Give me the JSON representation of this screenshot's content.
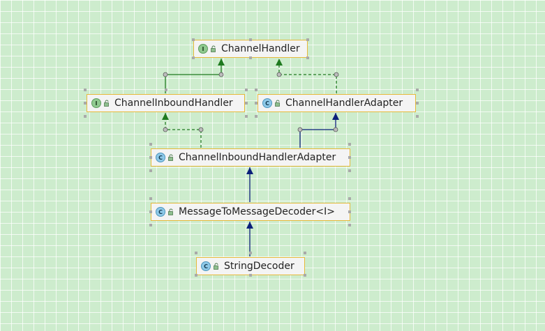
{
  "diagram": {
    "nodes": [
      {
        "id": "channel-handler",
        "label": "ChannelHandler",
        "kind": "interface",
        "kind_letter": "I"
      },
      {
        "id": "channel-inbound-handler",
        "label": "ChannelInboundHandler",
        "kind": "interface",
        "kind_letter": "I"
      },
      {
        "id": "channel-handler-adapter",
        "label": "ChannelHandlerAdapter",
        "kind": "class",
        "kind_letter": "C"
      },
      {
        "id": "channel-inbound-handler-adapter",
        "label": "ChannelInboundHandlerAdapter",
        "kind": "class",
        "kind_letter": "C"
      },
      {
        "id": "message-to-message-decoder",
        "label": "MessageToMessageDecoder<I>",
        "kind": "class",
        "kind_letter": "C"
      },
      {
        "id": "string-decoder",
        "label": "StringDecoder",
        "kind": "class",
        "kind_letter": "C"
      }
    ],
    "edges": [
      {
        "from": "channel-inbound-handler",
        "to": "channel-handler",
        "type": "extends"
      },
      {
        "from": "channel-handler-adapter",
        "to": "channel-handler",
        "type": "implements"
      },
      {
        "from": "channel-inbound-handler-adapter",
        "to": "channel-inbound-handler",
        "type": "implements"
      },
      {
        "from": "channel-inbound-handler-adapter",
        "to": "channel-handler-adapter",
        "type": "extends"
      },
      {
        "from": "message-to-message-decoder",
        "to": "channel-inbound-handler-adapter",
        "type": "extends"
      },
      {
        "from": "string-decoder",
        "to": "message-to-message-decoder",
        "type": "extends"
      }
    ],
    "colors": {
      "interface_inheritance": "#1f7a1f",
      "class_inheritance": "#0b1f7a",
      "node_border": "#e6b93a",
      "background": "#cdeccd"
    },
    "icons": {
      "kind": "uml-kind-badge-icon",
      "access": "unlocked-padlock-icon"
    }
  }
}
